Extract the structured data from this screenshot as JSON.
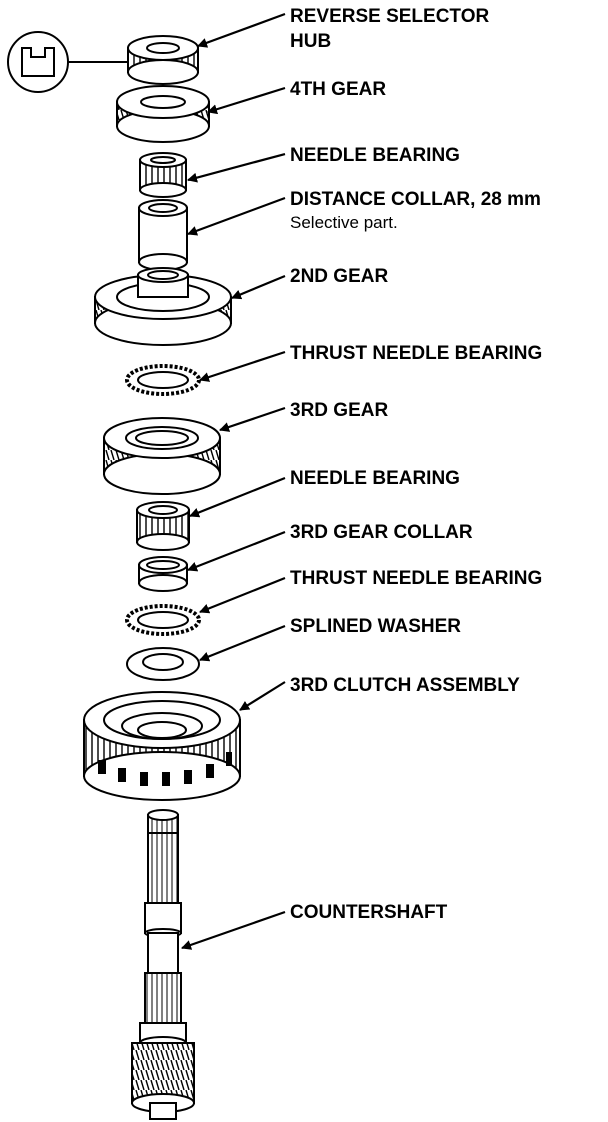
{
  "labels": {
    "reverse_selector_hub_1": "REVERSE SELECTOR",
    "reverse_selector_hub_2": "HUB",
    "fourth_gear": "4TH GEAR",
    "needle_bearing_upper": "NEEDLE BEARING",
    "distance_collar": "DISTANCE COLLAR, 28 mm",
    "distance_collar_note": "Selective part.",
    "second_gear": "2ND GEAR",
    "thrust_needle_bearing_upper": "THRUST NEEDLE BEARING",
    "third_gear": "3RD GEAR",
    "needle_bearing_lower": "NEEDLE BEARING",
    "third_gear_collar": "3RD GEAR COLLAR",
    "thrust_needle_bearing_lower": "THRUST NEEDLE BEARING",
    "splined_washer": "SPLINED WASHER",
    "third_clutch_assembly": "3RD CLUTCH ASSEMBLY",
    "countershaft": "COUNTERSHAFT"
  },
  "colors": {
    "ink": "#000000",
    "paper": "#ffffff"
  },
  "icons": {
    "groove_symbol": "groove-mark-icon"
  }
}
